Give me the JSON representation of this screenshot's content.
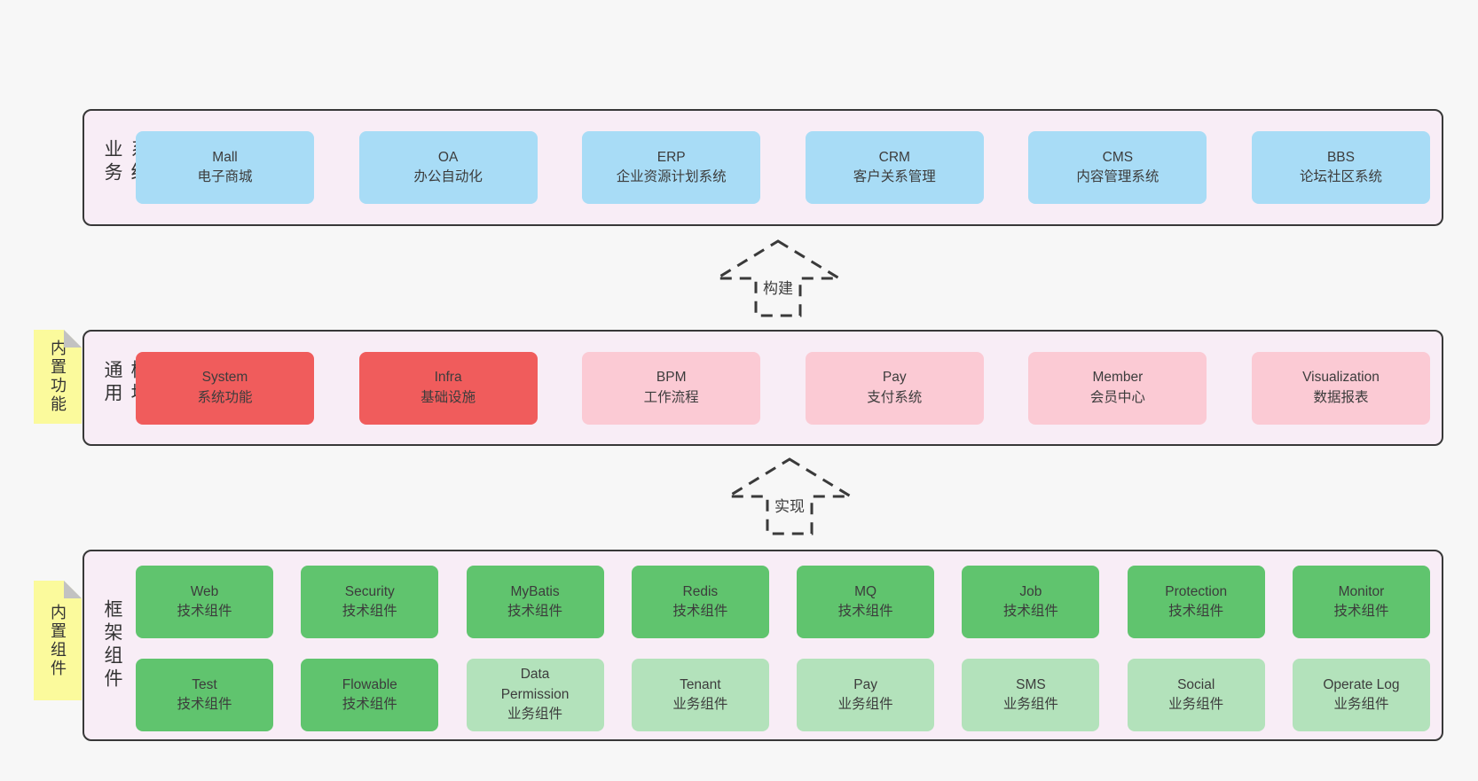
{
  "colors": {
    "page_bg": "#f7f7f7",
    "band_bg": "#f8edf6",
    "band_border": "#383838",
    "blue": "#a8dcf6",
    "red": "#f05c5c",
    "pink": "#fbcad4",
    "green": "#60c46e",
    "light_green": "#b3e2bb",
    "note_yellow": "#fbfa9c",
    "note_fold": "#c2c2c2",
    "text": "#3c3c3c"
  },
  "bands": [
    {
      "label": "业务系统",
      "boxes": [
        {
          "name": "Mall",
          "subtitle": "电子商城"
        },
        {
          "name": "OA",
          "subtitle": "办公自动化"
        },
        {
          "name": "ERP",
          "subtitle": "企业资源计划系统"
        },
        {
          "name": "CRM",
          "subtitle": "客户关系管理"
        },
        {
          "name": "CMS",
          "subtitle": "内容管理系统"
        },
        {
          "name": "BBS",
          "subtitle": "论坛社区系统"
        }
      ]
    },
    {
      "label": "通用模块",
      "note": "内置功能",
      "boxes": [
        {
          "name": "System",
          "subtitle": "系统功能"
        },
        {
          "name": "Infra",
          "subtitle": "基础设施"
        },
        {
          "name": "BPM",
          "subtitle": "工作流程"
        },
        {
          "name": "Pay",
          "subtitle": "支付系统"
        },
        {
          "name": "Member",
          "subtitle": "会员中心"
        },
        {
          "name": "Visualization",
          "subtitle": "数据报表"
        }
      ]
    },
    {
      "label": "框架组件",
      "note": "内置组件",
      "rows": [
        [
          {
            "name": "Web",
            "subtitle": "技术组件"
          },
          {
            "name": "Security",
            "subtitle": "技术组件"
          },
          {
            "name": "MyBatis",
            "subtitle": "技术组件"
          },
          {
            "name": "Redis",
            "subtitle": "技术组件"
          },
          {
            "name": "MQ",
            "subtitle": "技术组件"
          },
          {
            "name": "Job",
            "subtitle": "技术组件"
          },
          {
            "name": "Protection",
            "subtitle": "技术组件"
          },
          {
            "name": "Monitor",
            "subtitle": "技术组件"
          }
        ],
        [
          {
            "name": "Test",
            "subtitle": "技术组件"
          },
          {
            "name": "Flowable",
            "subtitle": "技术组件"
          },
          {
            "name": "Data Permission",
            "subtitle": "业务组件"
          },
          {
            "name": "Tenant",
            "subtitle": "业务组件"
          },
          {
            "name": "Pay",
            "subtitle": "业务组件"
          },
          {
            "name": "SMS",
            "subtitle": "业务组件"
          },
          {
            "name": "Social",
            "subtitle": "业务组件"
          },
          {
            "name": "Operate Log",
            "subtitle": "业务组件"
          }
        ]
      ]
    }
  ],
  "arrows": [
    {
      "label": "构建"
    },
    {
      "label": "实现"
    }
  ]
}
